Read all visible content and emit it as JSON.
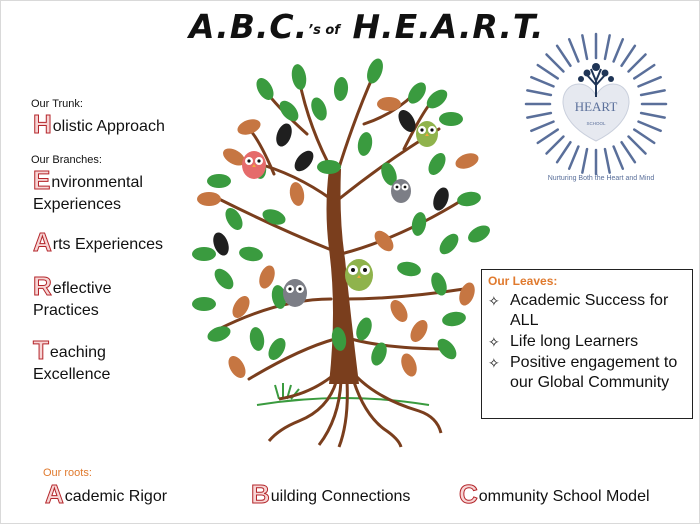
{
  "title": {
    "part1": "A.B.C.",
    "part2": "’s of",
    "part3": "H.E.A.R.T."
  },
  "trunk": {
    "label": "Our Trunk:",
    "cap": "H",
    "rest": "olistic Approach"
  },
  "branches": {
    "label": "Our Branches:",
    "items": [
      {
        "cap": "E",
        "line1": "nvironmental",
        "line2": "Experiences"
      },
      {
        "cap": "A",
        "line1": "rts Experiences",
        "line2": ""
      },
      {
        "cap": "R",
        "line1": "eflective",
        "line2": "Practices"
      },
      {
        "cap": "T",
        "line1": "eaching",
        "line2": "Excellence"
      }
    ]
  },
  "leaves": {
    "title": "Our Leaves:",
    "items": [
      "Academic Success for ALL",
      "Life long Learners",
      "Positive engagement to our Global Community"
    ]
  },
  "roots": {
    "label": "Our roots:",
    "items": [
      {
        "cap": "A",
        "rest": "cademic Rigor"
      },
      {
        "cap": "B",
        "rest": "uilding Connections"
      },
      {
        "cap": "C",
        "rest": "ommunity School Model"
      }
    ]
  },
  "logo": {
    "word": "HEART",
    "sub": "SCHOOL",
    "caption": "Nurturing Both the Heart and Mind"
  },
  "icons": {
    "bullet": "✧"
  },
  "colors": {
    "accent_red": "#b4262b",
    "accent_orange": "#e07a2e",
    "trunk_brown": "#7a3e1d",
    "leaf_green": "#3a9b3f",
    "leaf_black": "#1f1f1f",
    "leaf_orange": "#c67642",
    "logo_blue": "#5a6f9a",
    "owl_red": "#e56b6b",
    "owl_green": "#8fb34c",
    "owl_gray": "#7c7e86"
  }
}
